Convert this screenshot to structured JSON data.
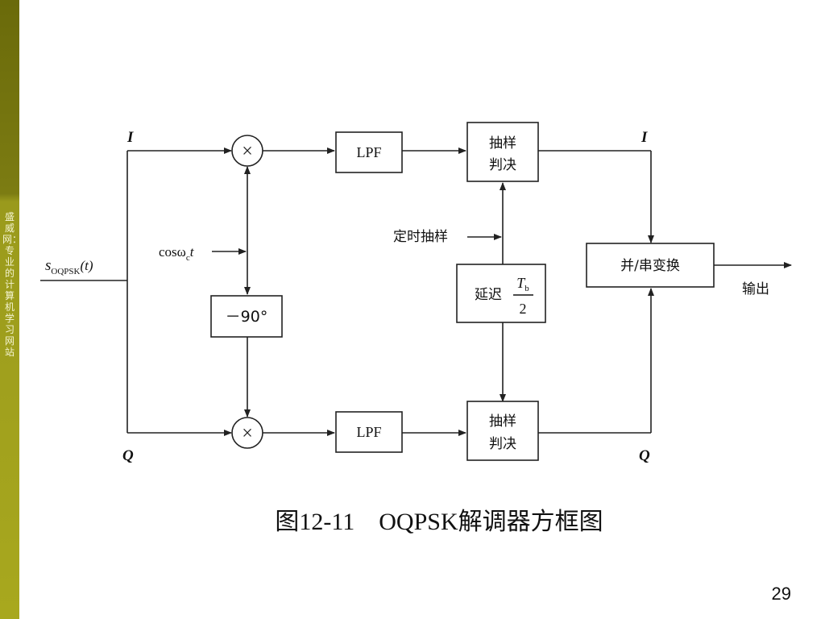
{
  "sidebar": {
    "text": "盛威网：专业的计算机学习网站"
  },
  "diagram": {
    "input": "s",
    "input_sub": "OQPSK",
    "input_arg": "(t)",
    "i_label": "I",
    "q_label": "Q",
    "carrier_label": "cosω",
    "carrier_sub": "c",
    "carrier_t": "t",
    "phase_shift": "－90°",
    "lpf_top": "LPF",
    "lpf_bottom": "LPF",
    "sampler_line1": "抽样",
    "sampler_line2": "判决",
    "timing": "定时抽样",
    "delay": "延迟",
    "delay_num": "T",
    "delay_num_sub": "b",
    "delay_den": "2",
    "parallel_serial": "并/串变换",
    "output": "输出",
    "multiplier_symbol": "×"
  },
  "caption": "图12-11　OQPSK解调器方框图",
  "page_number": "29"
}
